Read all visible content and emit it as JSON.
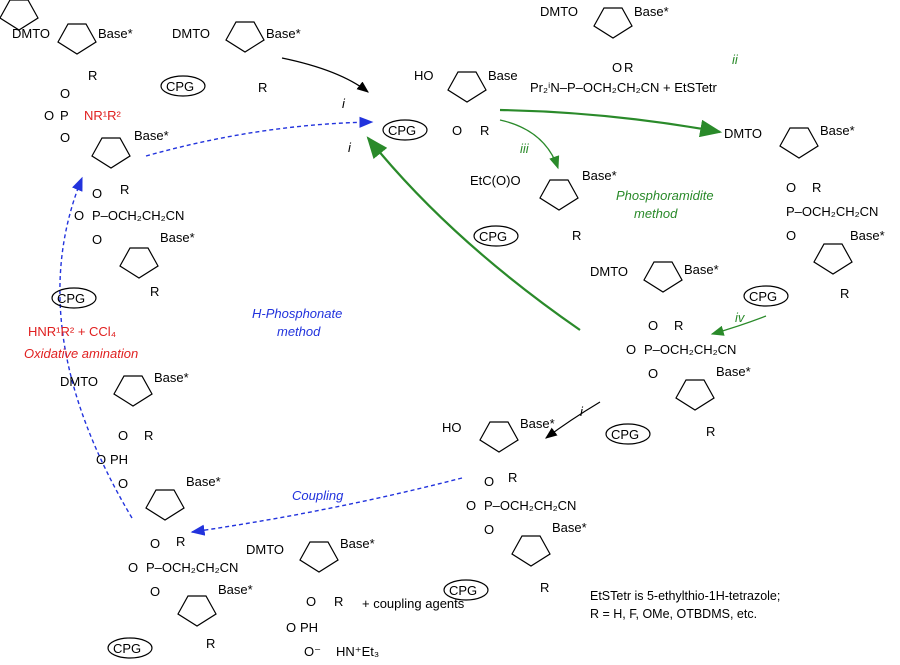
{
  "reagents": {
    "i": "i",
    "ii": "ii",
    "iii": "iii",
    "iv": "iv",
    "amidite": "Pr₂ⁱN–P–OCH₂CH₂CN + EtSTetr",
    "coupling_reagent": "+ coupling agents",
    "oxidative_reagent": "HNR¹R² + CCl₄"
  },
  "methods": {
    "phosphoramidite": "Phosphoramidite method",
    "phosphoramidite_l1": "Phosphoramidite",
    "phosphoramidite_l2": "method",
    "hphosphonate_l1": "H-Phosphonate",
    "hphosphonate_l2": "method",
    "coupling": "Coupling",
    "oxidative": "Oxidative amination"
  },
  "atoms": {
    "dmto": "DMTO",
    "ho": "HO",
    "base": "Base",
    "base_star": "Base*",
    "r": "R",
    "o": "O",
    "p": "P",
    "cpg": "CPG",
    "phos_chain": "P–OCH₂CH₂CN",
    "ester": "EtC(O)O",
    "nr": "NR¹R²",
    "ph": "PH",
    "hnet3": "HN⁺Et₃",
    "ominus": "O⁻"
  },
  "footnote": {
    "line1": "EtSTetr is 5-ethylthio-1H-tetrazole;",
    "line2": "R = H, F, OMe, OTBDMS, etc."
  },
  "colors": {
    "green": "#2a8a2a",
    "blue": "#2233dd",
    "red": "#e02020",
    "black": "#000000"
  }
}
